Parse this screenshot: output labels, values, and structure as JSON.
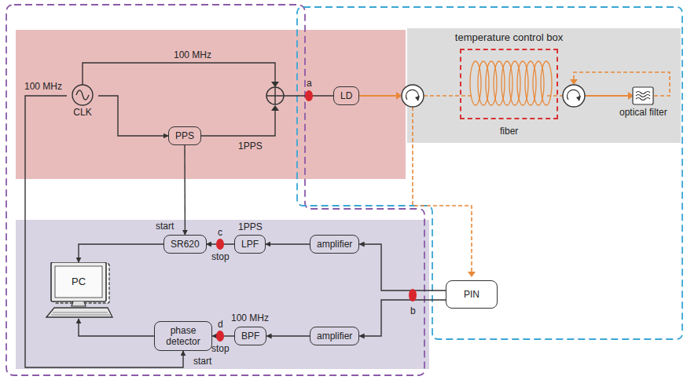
{
  "diagram": {
    "nodes": [
      {
        "text": [
          "CLK"
        ]
      },
      {
        "text": [
          "PPS"
        ]
      },
      {
        "text": [
          "LD"
        ]
      },
      {
        "text": [
          "temperature control box"
        ]
      },
      {
        "text": [
          "optical filter"
        ]
      },
      {
        "text": [
          "SR620"
        ]
      },
      {
        "text": [
          "LPF"
        ]
      },
      {
        "text": [
          "amplifier"
        ]
      },
      {
        "text": [
          "PC"
        ]
      },
      {
        "text": [
          "phase detector"
        ]
      },
      {
        "text": [
          "BPF"
        ]
      },
      {
        "text": [
          "amplifier"
        ]
      },
      {
        "text": [
          "PIN"
        ]
      }
    ],
    "edges": [
      {
        "from": 0,
        "to": 1,
        "arrow": "to"
      },
      {
        "from": 1,
        "to": 5,
        "arrow": "to"
      },
      {
        "from": 0,
        "to": 9,
        "arrow": "to"
      },
      {
        "from": 7,
        "to": 6,
        "arrow": "to"
      },
      {
        "from": 6,
        "to": 5,
        "arrow": "to"
      },
      {
        "from": 5,
        "to": 8,
        "arrow": "to"
      },
      {
        "from": 9,
        "to": 8,
        "arrow": "to"
      },
      {
        "from": 11,
        "to": 10,
        "arrow": "to"
      },
      {
        "from": 10,
        "to": 9,
        "arrow": "to"
      },
      {
        "from": 12,
        "to": 7,
        "arrow": "to"
      },
      {
        "from": 12,
        "to": 11,
        "arrow": "to"
      }
    ],
    "labels": [
      "100 MHz",
      "100 MHz",
      "1PPS",
      "a",
      "start",
      "stop",
      "c",
      "1PPS",
      "b",
      "100 MHz",
      "d",
      "stop",
      "start",
      "fiber"
    ]
  }
}
